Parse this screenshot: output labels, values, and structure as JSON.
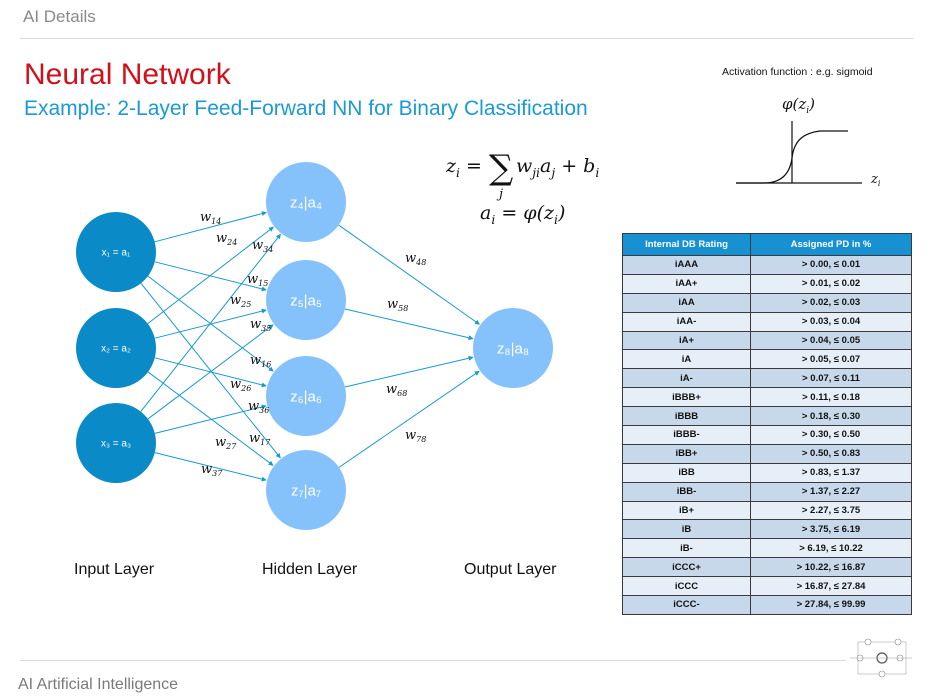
{
  "header": {
    "section": "AI Details"
  },
  "title": "Neural Network",
  "subtitle": "Example: 2-Layer Feed-Forward NN for Binary Classification",
  "activation": {
    "label": "Activation function : e.g. sigmoid",
    "y_axis": "φ(z_i)",
    "x_axis": "z_i"
  },
  "formulas": {
    "line1_lhs": "z",
    "line1_lhs_sub": "i",
    "eq": " = ",
    "sum_symbol": "∑",
    "sum_index": "j",
    "w": "w",
    "w_sub": "ji",
    "a": "a",
    "a_sub": "j",
    "plus": " + ",
    "b": "b",
    "b_sub": "i",
    "line2_lhs": "a",
    "line2_lhs_sub": "i",
    "line2_rhs": " = φ(z",
    "line2_rhs_sub": "i",
    "line2_close": ")"
  },
  "network": {
    "input_nodes": [
      {
        "id": "x1",
        "label": "x₁ = a₁"
      },
      {
        "id": "x2",
        "label": "x₂ = a₂"
      },
      {
        "id": "x3",
        "label": "x₃ = a₃"
      }
    ],
    "hidden_nodes": [
      {
        "id": "z4",
        "label": "z₄|a₄"
      },
      {
        "id": "z5",
        "label": "z₅|a₅"
      },
      {
        "id": "z6",
        "label": "z₆|a₆"
      },
      {
        "id": "z7",
        "label": "z₇|a₇"
      }
    ],
    "output_nodes": [
      {
        "id": "z8",
        "label": "z₈|a₈"
      }
    ],
    "edges": [
      {
        "from": "x1",
        "to": "z4",
        "label": "w",
        "sub": "14"
      },
      {
        "from": "x2",
        "to": "z4",
        "label": "w",
        "sub": "24"
      },
      {
        "from": "x3",
        "to": "z4",
        "label": "w",
        "sub": "34"
      },
      {
        "from": "x1",
        "to": "z5",
        "label": "w",
        "sub": "15"
      },
      {
        "from": "x2",
        "to": "z5",
        "label": "w",
        "sub": "25"
      },
      {
        "from": "x3",
        "to": "z5",
        "label": "w",
        "sub": "35"
      },
      {
        "from": "x1",
        "to": "z6",
        "label": "w",
        "sub": "16"
      },
      {
        "from": "x2",
        "to": "z6",
        "label": "w",
        "sub": "26"
      },
      {
        "from": "x3",
        "to": "z6",
        "label": "w",
        "sub": "36"
      },
      {
        "from": "x1",
        "to": "z7",
        "label": "w",
        "sub": "17"
      },
      {
        "from": "x2",
        "to": "z7",
        "label": "w",
        "sub": "27"
      },
      {
        "from": "x3",
        "to": "z7",
        "label": "w",
        "sub": "37"
      },
      {
        "from": "z4",
        "to": "z8",
        "label": "w",
        "sub": "48"
      },
      {
        "from": "z5",
        "to": "z8",
        "label": "w",
        "sub": "58"
      },
      {
        "from": "z6",
        "to": "z8",
        "label": "w",
        "sub": "68"
      },
      {
        "from": "z7",
        "to": "z8",
        "label": "w",
        "sub": "78"
      }
    ],
    "layer_labels": {
      "input": "Input Layer",
      "hidden": "Hidden Layer",
      "output": "Output Layer"
    },
    "colors": {
      "input": "#0a8ac6",
      "hidden": "#85c2fb",
      "edge": "#1799cf"
    }
  },
  "rating_table": {
    "headers": [
      "Internal DB Rating",
      "Assigned PD in %"
    ],
    "header_color": "#1891d2",
    "rows": [
      [
        "iAAA",
        "> 0.00, ≤ 0.01"
      ],
      [
        "iAA+",
        "> 0.01, ≤ 0.02"
      ],
      [
        "iAA",
        "> 0.02, ≤ 0.03"
      ],
      [
        "iAA-",
        "> 0.03, ≤ 0.04"
      ],
      [
        "iA+",
        "> 0.04, ≤ 0.05"
      ],
      [
        "iA",
        "> 0.05, ≤ 0.07"
      ],
      [
        "iA-",
        "> 0.07, ≤ 0.11"
      ],
      [
        "iBBB+",
        "> 0.11, ≤ 0.18"
      ],
      [
        "iBBB",
        "> 0.18, ≤ 0.30"
      ],
      [
        "iBBB-",
        "> 0.30, ≤ 0.50"
      ],
      [
        "iBB+",
        "> 0.50, ≤ 0.83"
      ],
      [
        "iBB",
        "> 0.83, ≤ 1.37"
      ],
      [
        "iBB-",
        "> 1.37, ≤ 2.27"
      ],
      [
        "iB+",
        "> 2.27, ≤ 3.75"
      ],
      [
        "iB",
        "> 3.75, ≤ 6.19"
      ],
      [
        "iB-",
        "> 6.19, ≤ 10.22"
      ],
      [
        "iCCC+",
        "> 10.22, ≤ 16.87"
      ],
      [
        "iCCC",
        "> 16.87, ≤ 27.84"
      ],
      [
        "iCCC-",
        "> 27.84, ≤ 99.99"
      ]
    ]
  },
  "footer": {
    "text": "AI Artificial Intelligence"
  }
}
